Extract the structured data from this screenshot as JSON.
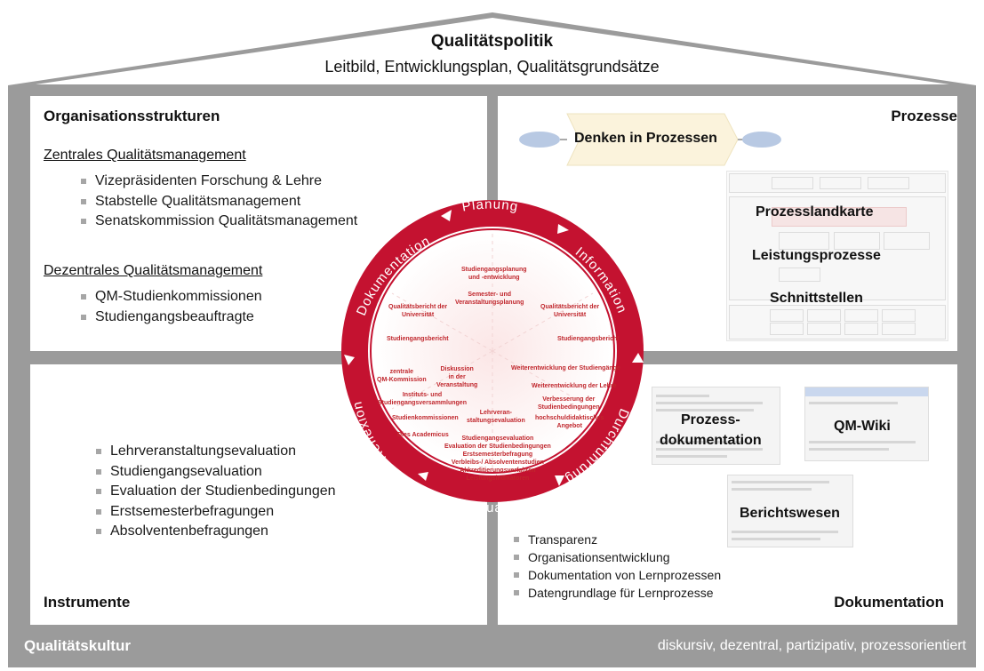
{
  "colors": {
    "frame": "#999999",
    "ring": "#c41230",
    "ring_text": "#ffffff",
    "inner_text": "#c0272d",
    "process_arrow": "#fbf3dc",
    "ellipse": "#b8c9e3"
  },
  "roof": {
    "title": "Qualitätspolitik",
    "subtitle": "Leitbild, Entwicklungsplan, Qualitätsgrundsätze"
  },
  "org": {
    "title": "Organisationsstrukturen",
    "central_heading": "Zentrales Qualitätsmanagement",
    "central_items": [
      "Vizepräsidenten Forschung & Lehre",
      "Stabstelle Qualitätsmanagement",
      "Senatskommission Qualitätsmanagement"
    ],
    "decentral_heading": "Dezentrales Qualitätsmanagement",
    "decentral_items": [
      "QM-Studienkommissionen",
      "Studiengangsbeauftragte"
    ]
  },
  "prozesse": {
    "title": "Prozesse",
    "arrow_label": "Denken in Prozessen",
    "labels": [
      "Prozesslandkarte",
      "Leistungsprozesse",
      "Schnittstellen"
    ]
  },
  "instrumente": {
    "title": "Instrumente",
    "items": [
      "Lehrveranstaltungsevaluation",
      "Studiengangsevaluation",
      "Evaluation der Studienbedingungen",
      "Erstsemesterbefragungen",
      "Absolventenbefragungen"
    ]
  },
  "dokumentation": {
    "title": "Dokumentation",
    "shots": {
      "prozessdoku": "Prozess-\ndokumentation",
      "wiki": "QM-Wiki",
      "bericht": "Berichtswesen"
    },
    "items": [
      "Transparenz",
      "Organisationsentwicklung",
      "Dokumentation von Lernprozessen",
      "Datengrundlage für Lernprozesse"
    ]
  },
  "cycle": {
    "phases": [
      "Planung",
      "Information",
      "Durchführung",
      "Evaluation",
      "Reflexion",
      "Dokumentation"
    ],
    "inner": [
      "Studiengangsplanung\nund -entwicklung",
      "Semester- und\nVeranstaltungsplanung",
      "Qualitätsbericht der\nUniversität",
      "Qualitätsbericht der\nUniversität",
      "Studiengangsbericht",
      "Studiengangsbericht",
      "Diskussion\nin der\nVeranstaltung",
      "zentrale\nQM-Kommission",
      "Weiterentwicklung der Studiengänge",
      "Weiterentwicklung der Lehre",
      "Instituts- und\nStudiengangsversammlungen",
      "Verbesserung der\nStudienbedingungen",
      "Lehrveran-\nstaltungsevaluation",
      "Studienkommissionen",
      "hochschuldidaktisches\nAngebot",
      "Dies Academicus",
      "Studiengangsevaluation\nEvaluation der Studienbedingungen\nErstsemesterbefragung\nVerbleibs-/ Absolventenstudien\nAkkreditierungsverfahren\nLeistungsindikatoren"
    ]
  },
  "footer": {
    "title": "Qualitätskultur",
    "subtitle": "diskursiv, dezentral, partizipativ, prozessorientiert"
  }
}
